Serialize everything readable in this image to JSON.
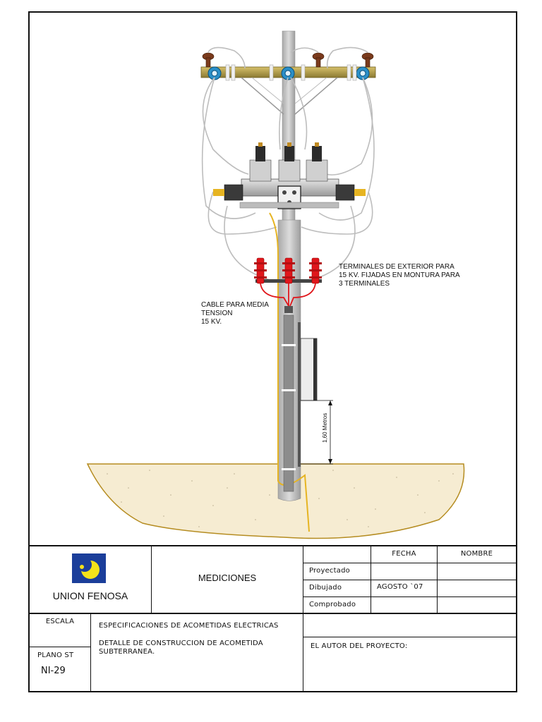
{
  "drawing": {
    "annotations": {
      "terminales": [
        "TERMINALES DE EXTERIOR PARA",
        "15 KV. FIJADAS EN MONTURA PARA",
        "3 TERMINALES"
      ],
      "cable": [
        "CABLE PARA MEDIA",
        "TENSION",
        "15 KV."
      ],
      "height": "1,60 Metros"
    }
  },
  "title_block": {
    "company": "UNION FENOSA",
    "title": "MEDICIONES",
    "table_headers": {
      "fecha": "FECHA",
      "nombre": "NOMBRE"
    },
    "rows": [
      {
        "label": "Proyectado",
        "fecha": "",
        "nombre": ""
      },
      {
        "label": "Dibujado",
        "fecha": "AGOSTO `07",
        "nombre": ""
      },
      {
        "label": "Comprobado",
        "fecha": "",
        "nombre": ""
      }
    ],
    "escala_label": "ESCALA",
    "plano_label": "PLANO ST",
    "plano_number": "NI-29",
    "description_1": "ESPECIFICACIONES DE ACOMETIDAS ELECTRICAS",
    "description_2": [
      "DETALLE DE CONSTRUCCION DE ACOMETIDA",
      "SUBTERRANEA."
    ],
    "autor_label": "EL AUTOR DEL PROYECTO:"
  },
  "colors": {
    "crossarm": "#b8a152",
    "insulator_blue": "#2a8fc8",
    "insulator_brown": "#7a3a1c",
    "terminal_red": "#e0161b",
    "cable_yellow": "#e6b422",
    "ground": "#f6ecd2",
    "pole": "#c9c9c9"
  }
}
